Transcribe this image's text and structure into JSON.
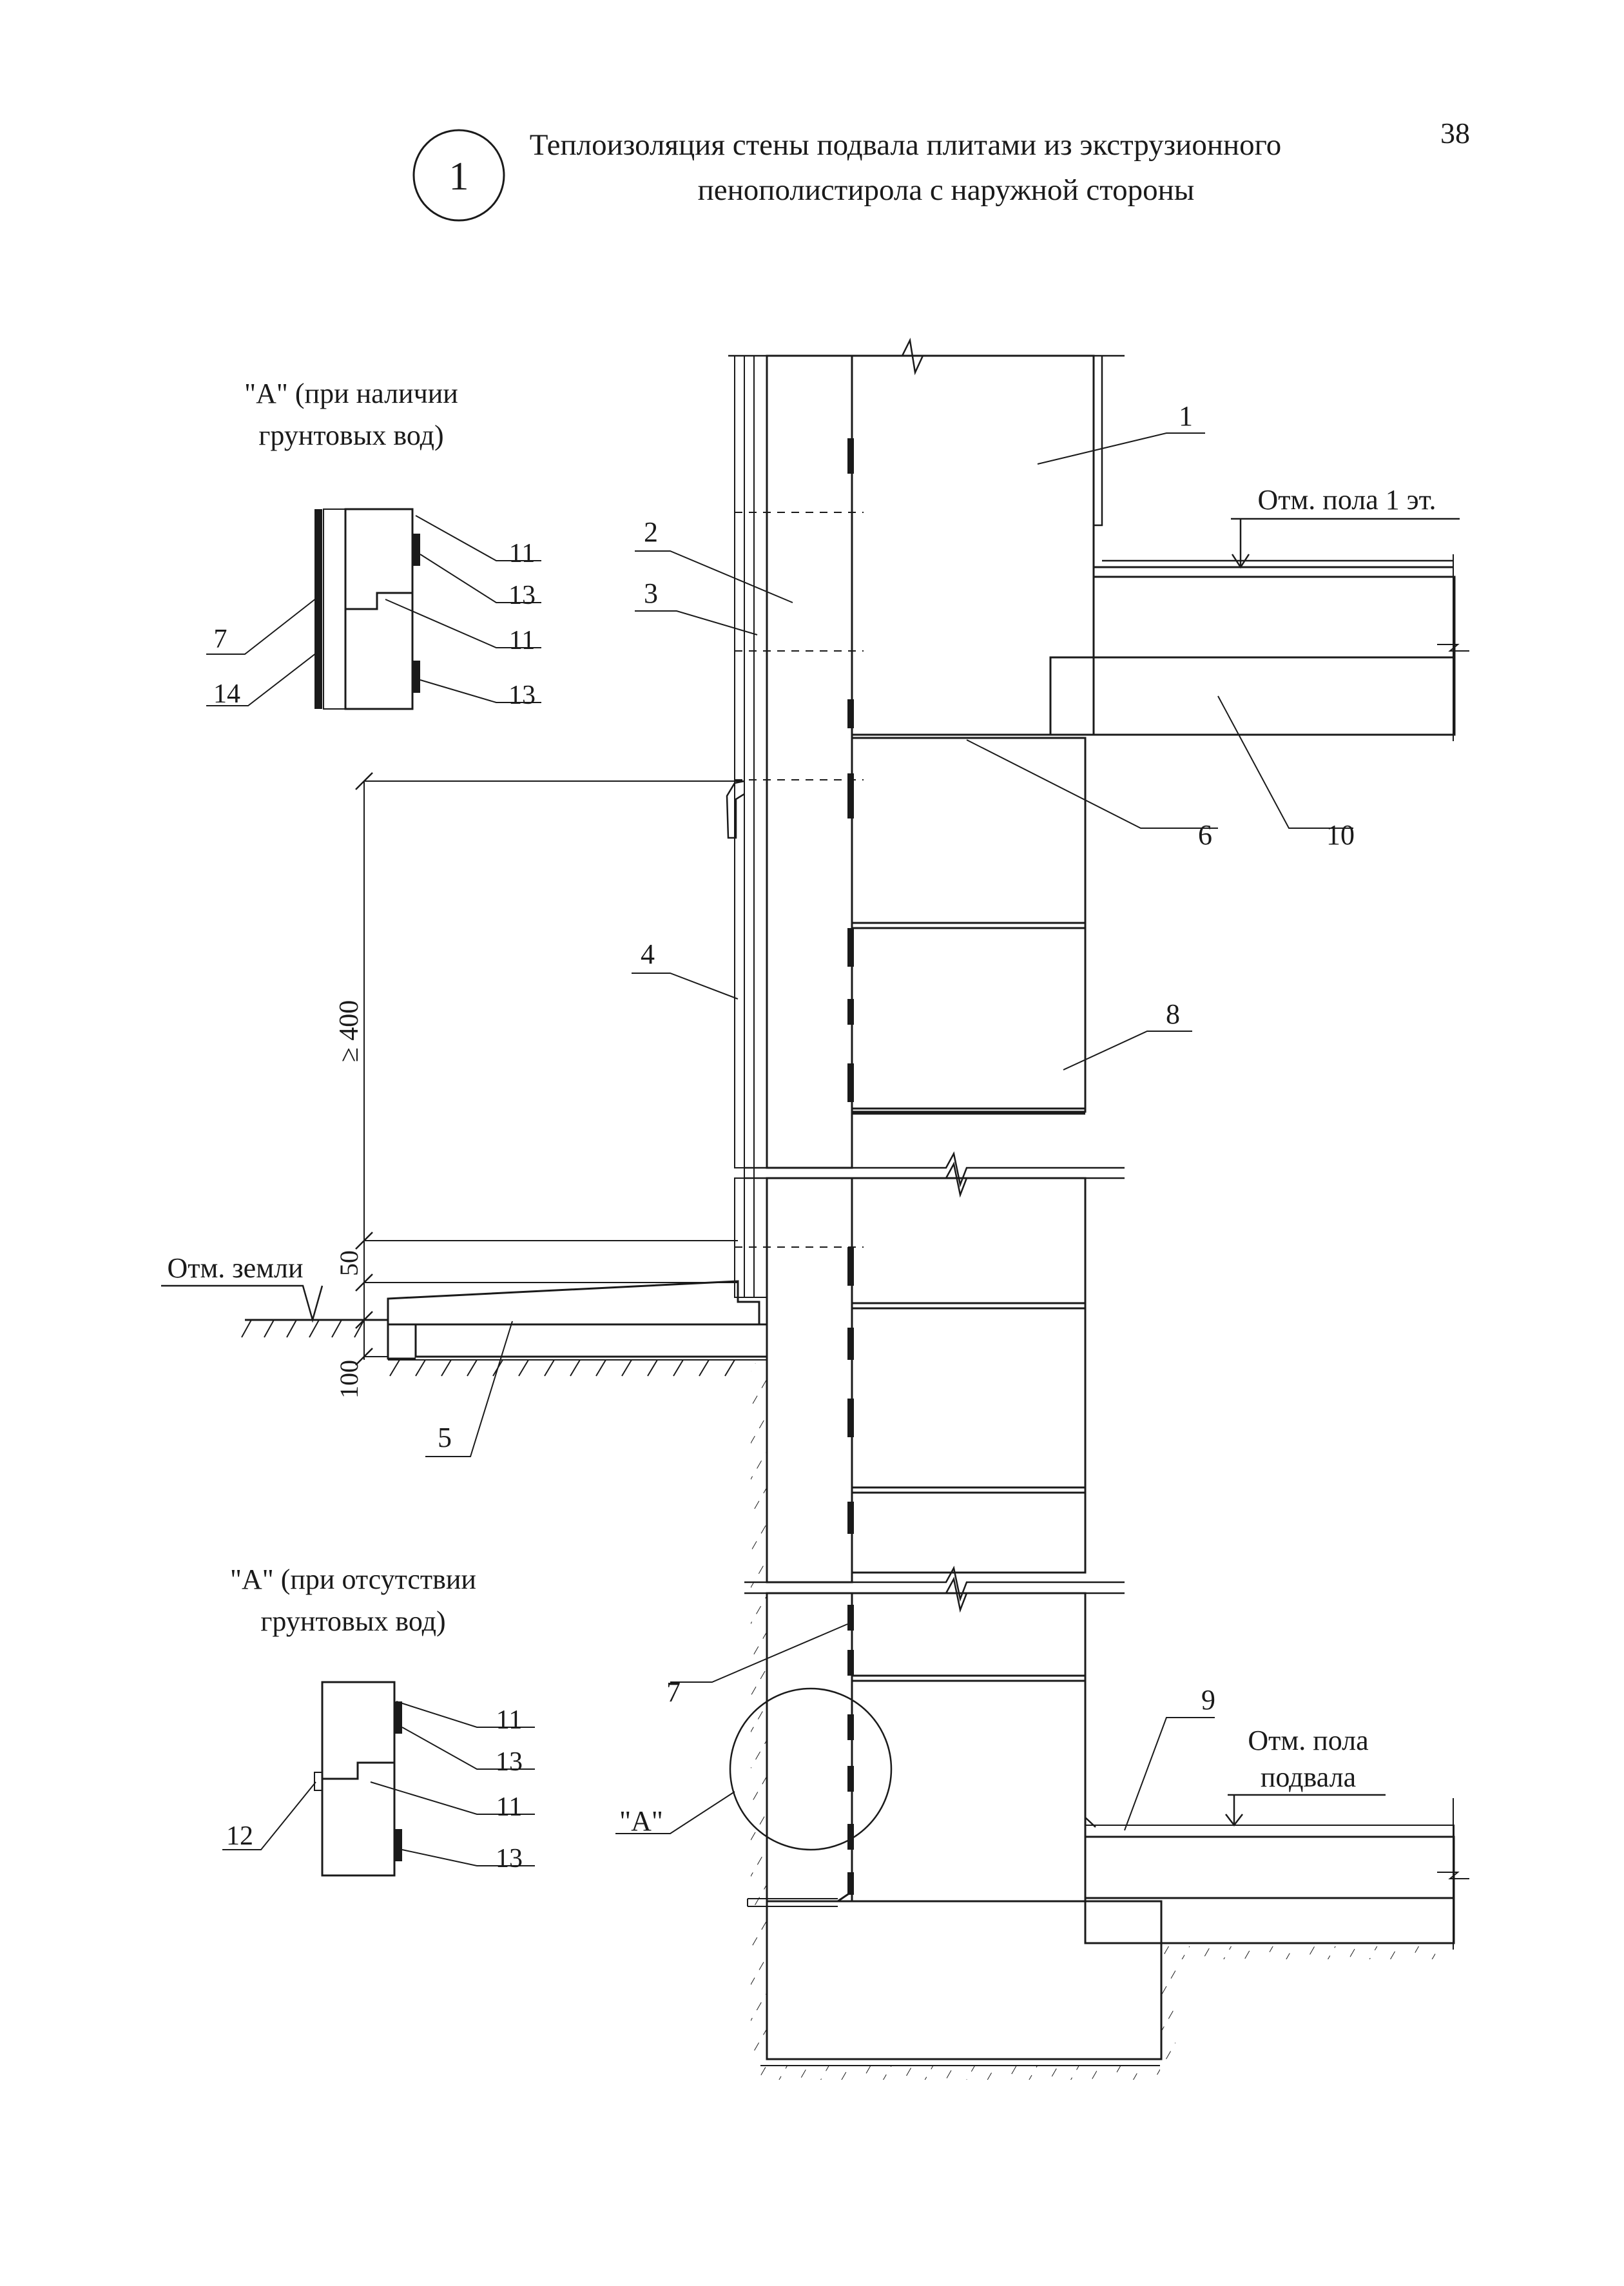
{
  "header": {
    "sheet_number": "1",
    "page_number": "38",
    "title_line1": "Теплоизоляция стены подвала плитами из экструзионного",
    "title_line2": "пенополистирола с наружной стороны"
  },
  "detail_a_with_groundwater": {
    "title_line1": "\"А\" (при наличии",
    "title_line2": "грунтовых вод)",
    "labels": [
      "11",
      "13",
      "7",
      "11",
      "14",
      "13"
    ]
  },
  "detail_a_without_groundwater": {
    "title_line1": "\"А\" (при отсутствии",
    "title_line2": "грунтовых вод)",
    "labels": [
      "11",
      "13",
      "11",
      "12",
      "13"
    ]
  },
  "main_section": {
    "callouts": [
      "1",
      "2",
      "3",
      "6",
      "10",
      "4",
      "8",
      "5",
      "7",
      "9"
    ],
    "detail_ref": "\"А\"",
    "floor_1_level": "Отм. пола 1 эт.",
    "ground_level": "Отм. земли",
    "basement_floor_line1": "Отм. пола",
    "basement_floor_line2": "подвала",
    "dim_400": "≥ 400",
    "dim_50": "50",
    "dim_100": "100"
  }
}
